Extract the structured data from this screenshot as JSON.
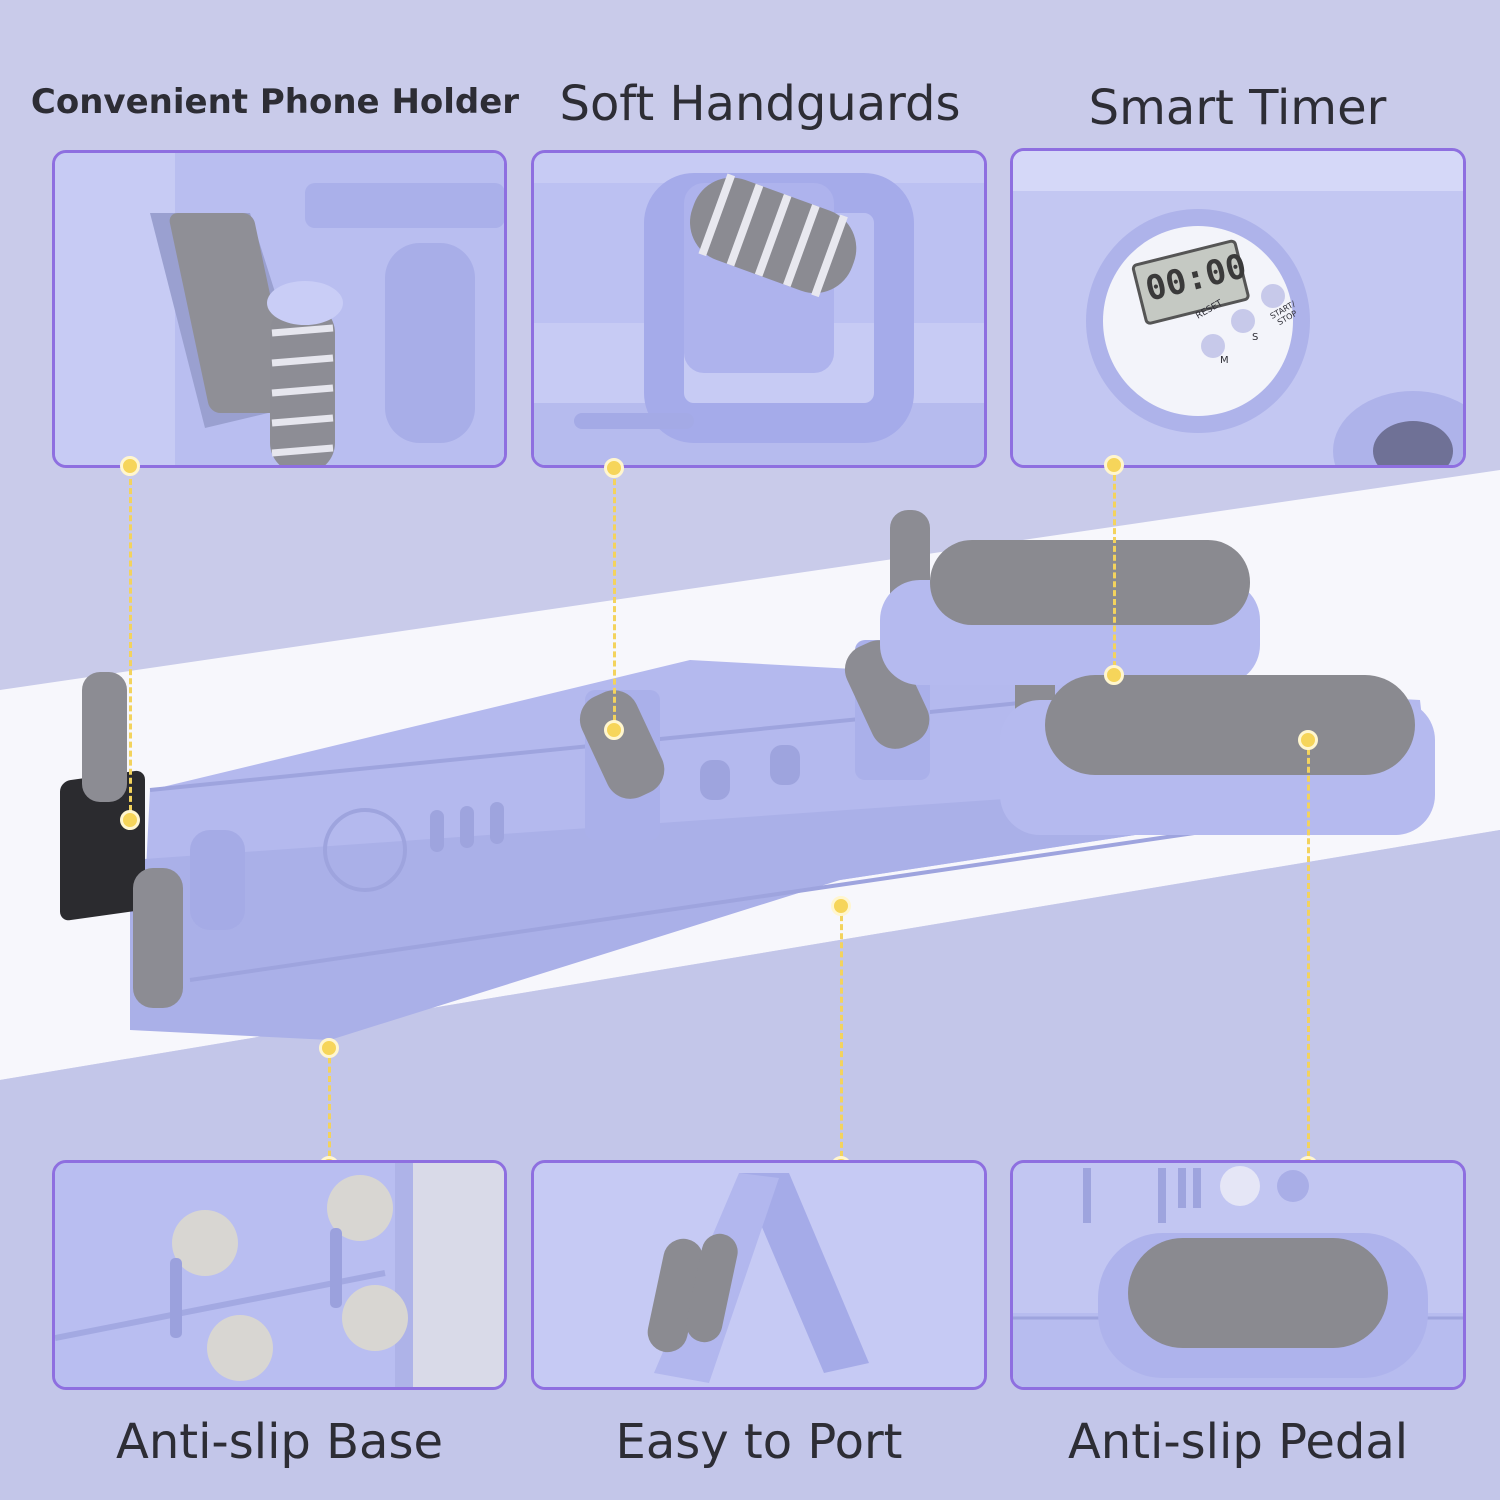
{
  "features": {
    "phone_holder": "Convenient Phone Holder",
    "handguards": "Soft Handguards",
    "timer": "Smart Timer",
    "base": "Anti-slip Base",
    "portable": "Easy to Port",
    "pedal": "Anti-slip Pedal"
  },
  "timer_display": {
    "readout": "00:00",
    "reset_label": "RESET",
    "start_stop_label": "START/ STOP",
    "m_label": "M",
    "s_label": "S"
  },
  "colors": {
    "background": "#c9cbea",
    "band": "#ffffff",
    "panel_border": "#8e6fe0",
    "connector": "#f3d35d",
    "device": "#b8bdf0",
    "pad": "#8c8c8c"
  }
}
